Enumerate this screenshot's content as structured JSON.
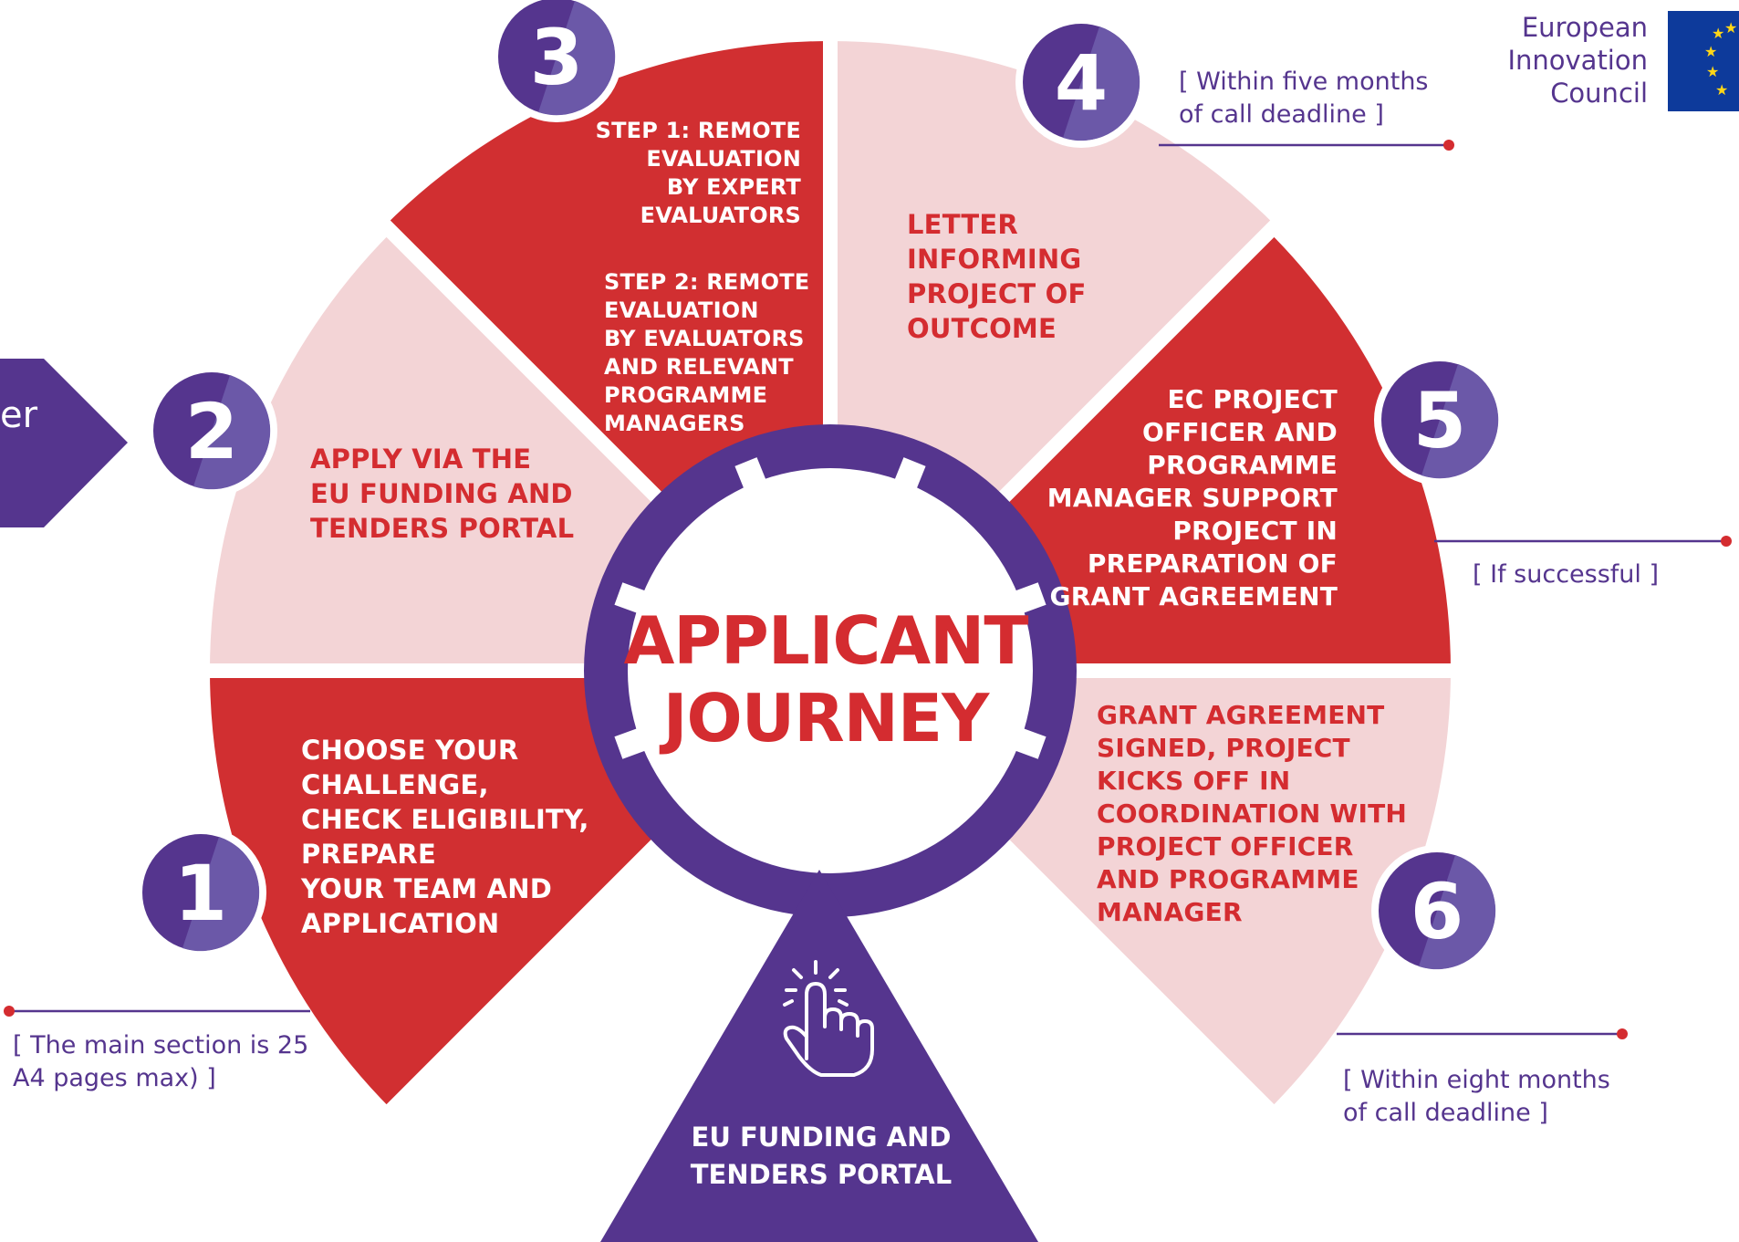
{
  "colors": {
    "red": "#d12f31",
    "pink": "#f3d4d6",
    "purple": "#55358e",
    "purple_light": "#6b58a8",
    "eu_blue": "#0d3a9b",
    "eu_star": "#ffd617"
  },
  "logo": {
    "lines": [
      "European",
      "Innovation",
      "Council"
    ]
  },
  "left_arrow_text": "er",
  "center": {
    "title_line1": "APPLICANT",
    "title_line2": "JOURNEY"
  },
  "steps": [
    {
      "number": "1",
      "lines": [
        "CHOOSE YOUR",
        "CHALLENGE,",
        "CHECK ELIGIBILITY,",
        "PREPARE",
        "YOUR TEAM AND",
        "APPLICATION"
      ]
    },
    {
      "number": "2",
      "lines": [
        "APPLY VIA THE",
        "EU FUNDING AND",
        "TENDERS PORTAL"
      ]
    },
    {
      "number": "3",
      "lines_a": [
        "STEP 1: REMOTE",
        "EVALUATION",
        "BY EXPERT",
        "EVALUATORS"
      ],
      "lines_b": [
        "STEP 2: REMOTE",
        "EVALUATION",
        "BY EVALUATORS",
        "AND RELEVANT",
        "PROGRAMME",
        "MANAGERS"
      ]
    },
    {
      "number": "4",
      "lines": [
        "LETTER",
        "INFORMING",
        "PROJECT OF",
        "OUTCOME"
      ]
    },
    {
      "number": "5",
      "lines": [
        "EC PROJECT",
        "OFFICER AND",
        "PROGRAMME",
        "MANAGER SUPPORT",
        "PROJECT IN",
        "PREPARATION OF",
        "GRANT AGREEMENT"
      ]
    },
    {
      "number": "6",
      "lines": [
        "GRANT AGREEMENT",
        "SIGNED, PROJECT",
        "KICKS OFF IN",
        "COORDINATION WITH",
        "PROJECT OFFICER",
        "AND PROGRAMME",
        "MANAGER"
      ]
    }
  ],
  "notes": {
    "step1": [
      "[ The main section is 25",
      "A4 pages max) ]"
    ],
    "step4": [
      "[ Within five months",
      "of call deadline ]"
    ],
    "step5": [
      "[ If successful ]"
    ],
    "step6": [
      "[ Within eight months",
      "of call deadline ]"
    ]
  },
  "portal": {
    "icon": "pointing-hand-click-icon",
    "lines": [
      "EU FUNDING AND",
      "TENDERS PORTAL"
    ]
  }
}
